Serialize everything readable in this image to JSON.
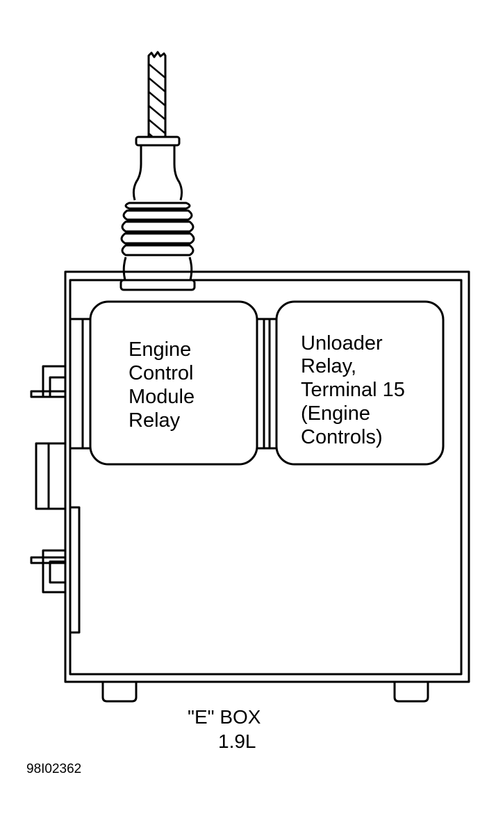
{
  "relays": {
    "left": {
      "lines": [
        "Engine",
        "Control",
        "Module",
        "Relay"
      ]
    },
    "right": {
      "lines": [
        "Unloader",
        "Relay,",
        "Terminal 15",
        "(Engine",
        "Controls)"
      ]
    }
  },
  "caption": {
    "line1": "\"E\" BOX",
    "line2": "1.9L"
  },
  "figure_id": "98I02362",
  "colors": {
    "stroke": "#000000",
    "background": "#ffffff"
  }
}
